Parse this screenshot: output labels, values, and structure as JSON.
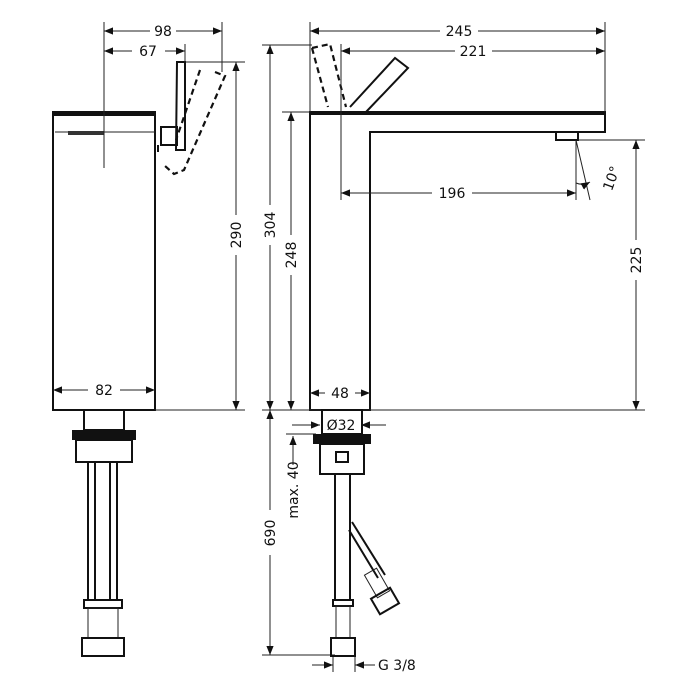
{
  "title": "Faucet dimension drawing",
  "side_view": {
    "width_lever_open": "98",
    "width_lever": "67",
    "height_total": "290",
    "body_width": "82"
  },
  "front_view": {
    "length_total": "245",
    "length_spout": "221",
    "height_total": "304",
    "height_spout": "248",
    "projection": "196",
    "angle": "10°",
    "outlet_height": "225",
    "body_width": "48",
    "hole_diameter": "Ø32",
    "max_thickness": "max. 40",
    "hose_length": "690",
    "connection": "G 3/8"
  },
  "colors": {
    "line": "#111111",
    "background": "#ffffff"
  }
}
